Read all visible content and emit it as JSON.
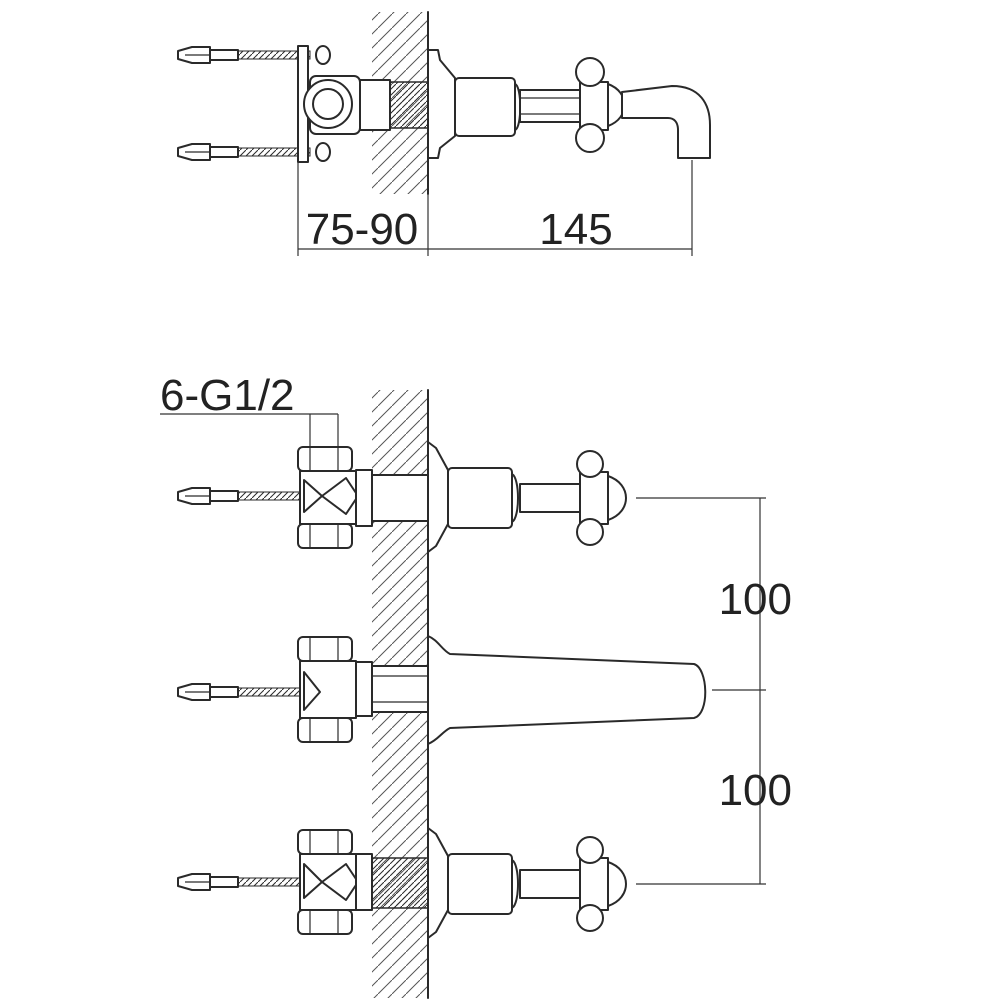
{
  "dimensions": {
    "wall_depth": "75-90",
    "spout_projection": "145",
    "connection_size": "6-G1/2",
    "upper_spacing": "100",
    "lower_spacing": "100"
  }
}
